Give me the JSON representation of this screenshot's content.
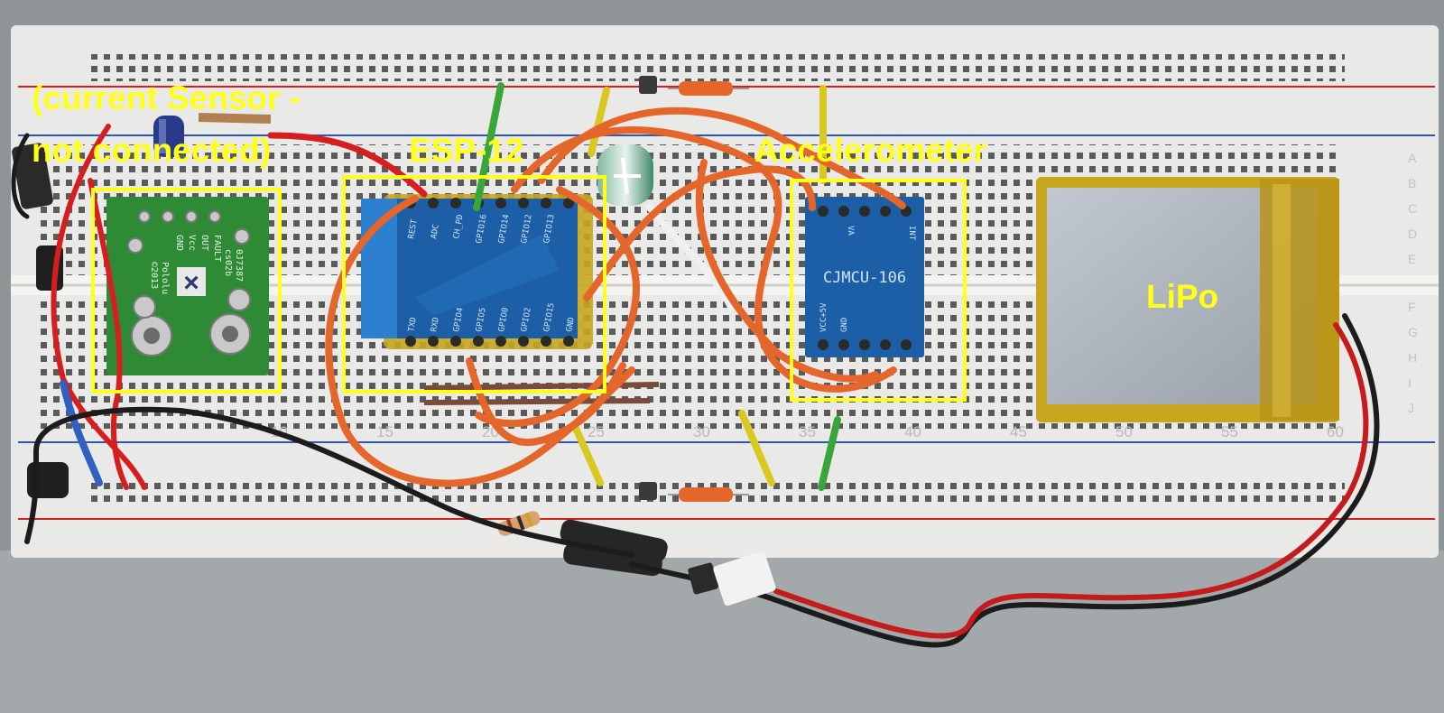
{
  "colors": {
    "highlight": "#ffff1a",
    "table": "#8f9496",
    "breadboard": "#ebebeb",
    "power_rail_red": "#d61e1e",
    "power_rail_blue": "#2c57b8",
    "wire_orange": "#e5662a",
    "pcb_blue": "#1d5fa6",
    "pcb_green": "#2f8a35",
    "lipo_foil": "#aab1b9",
    "kapton": "#c9a620"
  },
  "labels": {
    "current_sensor": [
      "(current Sensor -",
      "not connected)"
    ],
    "esp": "ESP-12",
    "accelerometer": "Accelerometer",
    "lipo": "LiPo"
  },
  "silkscreen": {
    "sensor": [
      "FAULT",
      "OUT",
      "Vcc",
      "GND",
      "Pololu",
      "©2013",
      "0J7387",
      "cs02b"
    ],
    "esp_top": [
      "REST",
      "ADC",
      "CH_PD",
      "GPIO16",
      "GPIO14",
      "GPIO12",
      "GPIO13"
    ],
    "esp_bottom": [
      "TXD",
      "RXD",
      "GPIO4",
      "GPIO5",
      "GPIO0",
      "GPIO2",
      "GPIO15",
      "GND"
    ],
    "accel_model": "CJMCU-106",
    "accel_pins": [
      "VCC+5V",
      "GND",
      "VA",
      "INT"
    ]
  },
  "breadboard": {
    "column_numbers": [
      "10",
      "15",
      "20",
      "25",
      "30",
      "35",
      "40",
      "45",
      "50",
      "55",
      "60"
    ],
    "row_letters": [
      "A",
      "B",
      "C",
      "D",
      "E",
      "F",
      "G",
      "H",
      "I",
      "J"
    ]
  },
  "icons": [
    "breadboard-photo",
    "capacitor-icon",
    "resistor-icon",
    "diode-icon",
    "jst-connector-icon"
  ]
}
